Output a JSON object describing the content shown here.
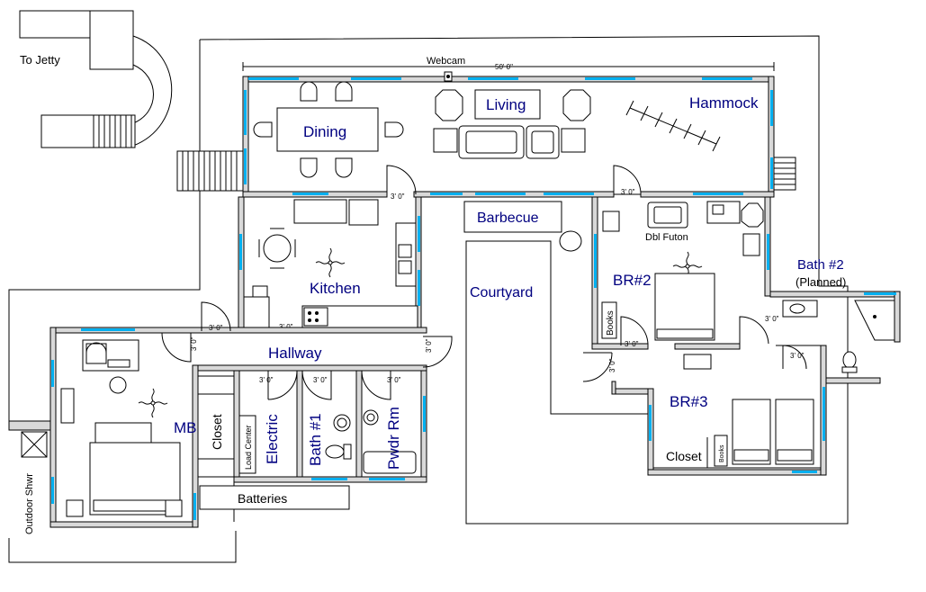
{
  "labels": {
    "to_jetty": "To Jetty",
    "webcam": "Webcam",
    "dimension_50": "50' 0\"",
    "dining": "Dining",
    "living": "Living",
    "hammock": "Hammock",
    "barbecue": "Barbecue",
    "kitchen": "Kitchen",
    "courtyard": "Courtyard",
    "dbl_futon": "Dbl Futon",
    "br2": "BR#2",
    "bath2": "Bath #2",
    "planned": "(Planned)",
    "books": "Books",
    "hallway": "Hallway",
    "mb": "MB",
    "closet_mb": "Closet",
    "electric": "Electric",
    "load_center": "Load Center",
    "bath1": "Bath #1",
    "pwdr_rm": "Pwdr Rm",
    "br3": "BR#3",
    "closet_br3": "Closet",
    "books_br3": "Books",
    "batteries": "Batteries",
    "outdoor_shower": "Outdoor Shwr",
    "door_width": "3' 0\""
  },
  "colors": {
    "room_text": "#000080",
    "window": "#00b0f0",
    "wall_fill": "#d9d9d9"
  }
}
